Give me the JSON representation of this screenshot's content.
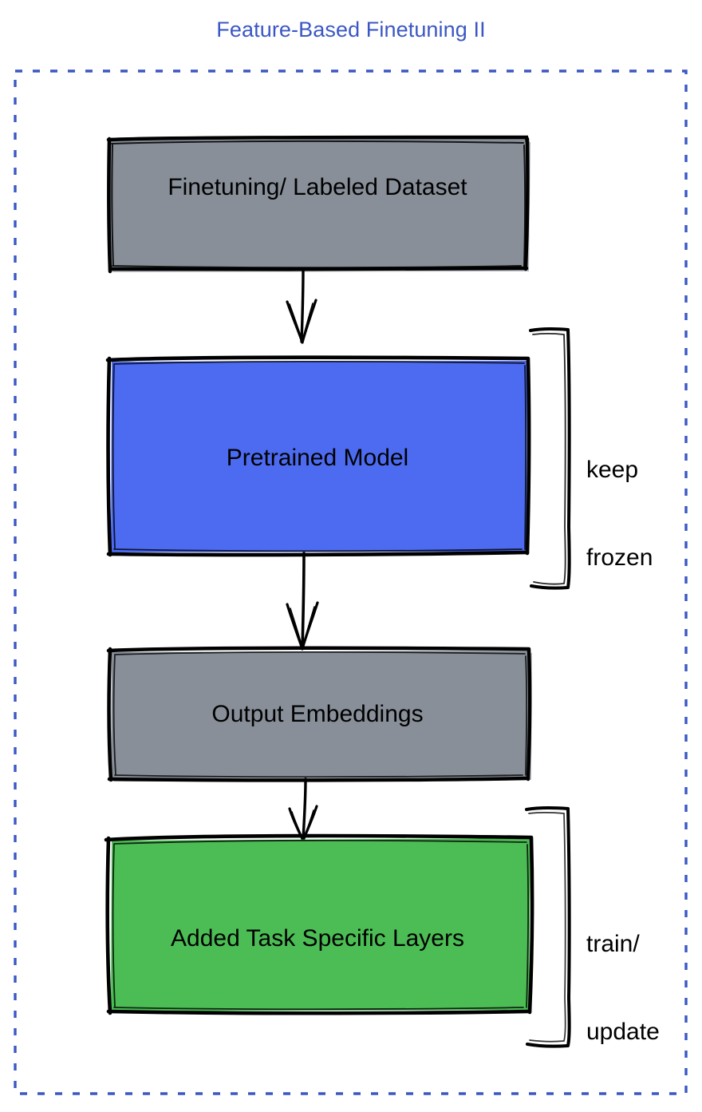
{
  "title": "Feature-Based Finetuning II",
  "frame": {
    "name": "dashed-boundary",
    "color": "#3b57c4",
    "style": "dashed"
  },
  "colors": {
    "title": "#3b57c4",
    "border": "#3b57c4",
    "gray_fill": "#888f99",
    "blue_fill": "#4c6bf0",
    "green_fill": "#4cbd55",
    "stroke": "#000000",
    "text": "#000000",
    "background": "#ffffff"
  },
  "nodes": [
    {
      "id": "dataset",
      "label": "Finetuning/ Labeled Dataset",
      "fill": "#888f99"
    },
    {
      "id": "pretrained",
      "label": "Pretrained Model",
      "fill": "#4c6bf0"
    },
    {
      "id": "embeddings",
      "label": "Output Embeddings",
      "fill": "#888f99"
    },
    {
      "id": "task_layers",
      "label": "Added Task Specific Layers",
      "fill": "#4cbd55"
    }
  ],
  "annotations": [
    {
      "id": "keep_frozen",
      "line1": "keep",
      "line2": "frozen",
      "target": "pretrained"
    },
    {
      "id": "train_update",
      "line1": "train/",
      "line2": "update",
      "target": "task_layers"
    }
  ],
  "edges": [
    {
      "from": "dataset",
      "to": "pretrained",
      "arrow": "down"
    },
    {
      "from": "pretrained",
      "to": "embeddings",
      "arrow": "down"
    },
    {
      "from": "embeddings",
      "to": "task_layers",
      "arrow": "down"
    }
  ]
}
